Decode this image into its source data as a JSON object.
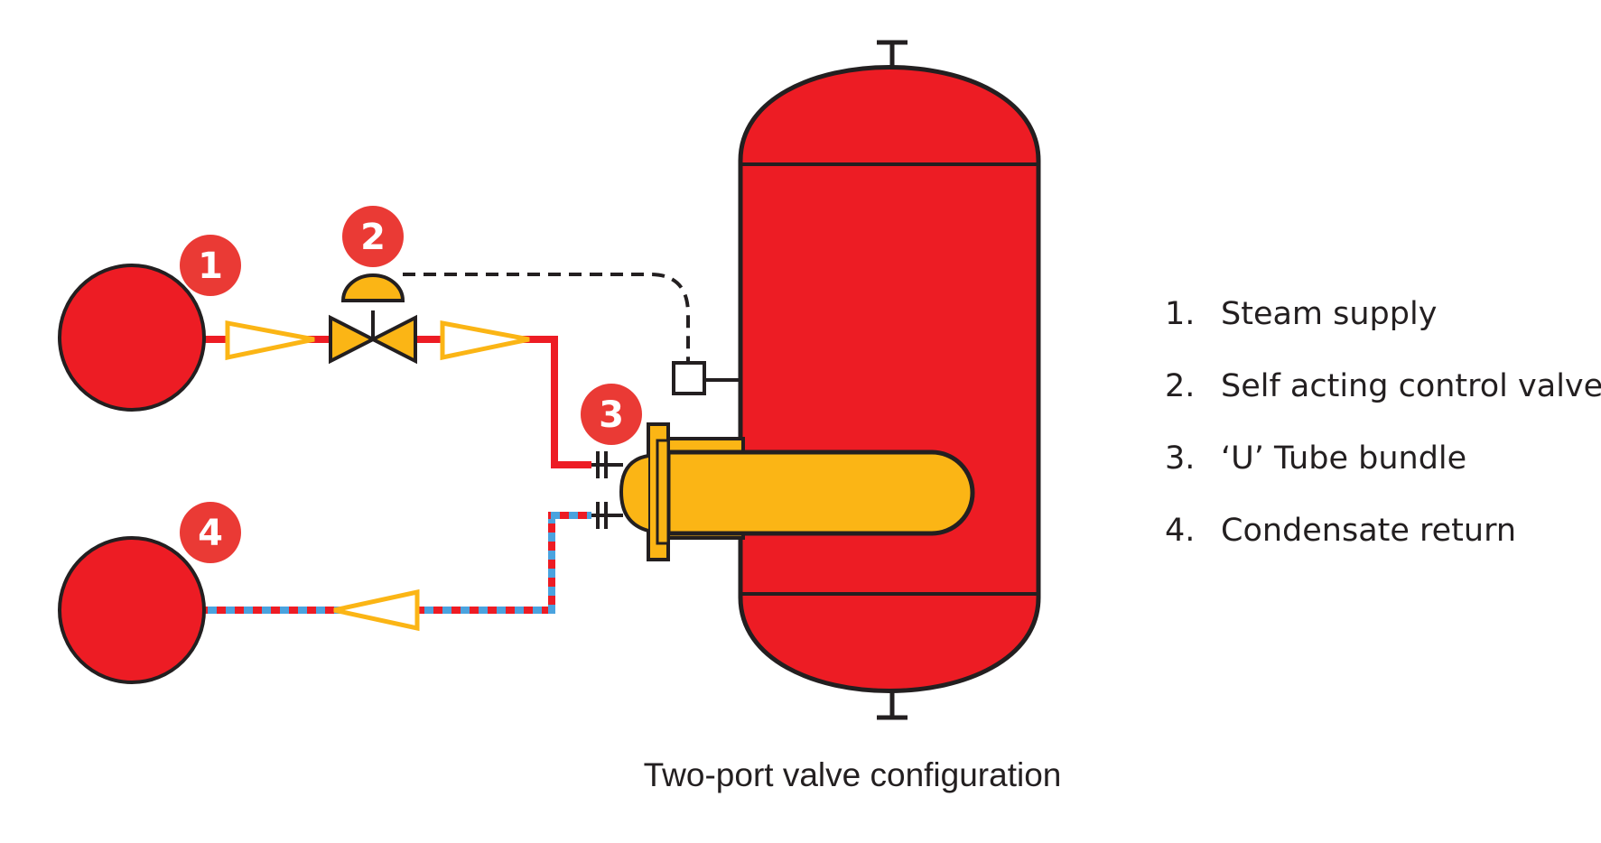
{
  "colors": {
    "red": "#ed1c24",
    "yellow": "#fbb515",
    "blue": "#4aa3df",
    "outline": "#231f20",
    "badge": "#ea3a35"
  },
  "badges": [
    {
      "number": "1"
    },
    {
      "number": "2"
    },
    {
      "number": "3"
    },
    {
      "number": "4"
    }
  ],
  "legend": [
    {
      "number": "1.",
      "label": "Steam supply"
    },
    {
      "number": "2.",
      "label": "Self acting control valve"
    },
    {
      "number": "3.",
      "label": "‘U’ Tube bundle"
    },
    {
      "number": "4.",
      "label": "Condensate return"
    }
  ],
  "caption": "Two-port valve configuration"
}
